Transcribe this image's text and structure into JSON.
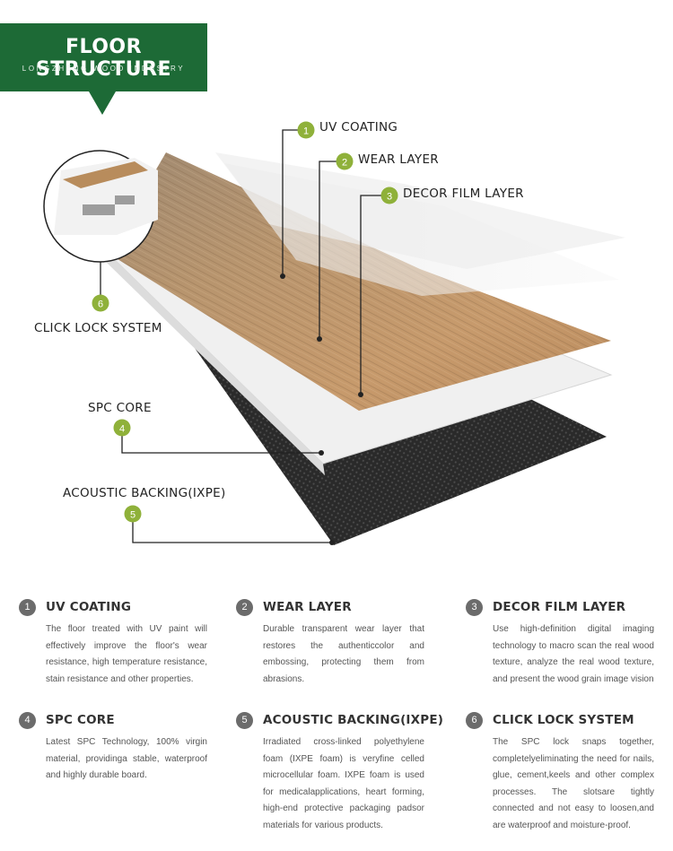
{
  "banner": {
    "title": "FLOOR STRUCTURE",
    "subtitle": "LONGZHENG WOOD INDUSTRY"
  },
  "colors": {
    "brand_green": "#1d6a36",
    "marker_green": "#8fb13a",
    "badge_gray": "#6b6b6b",
    "wood_light": "#c8a57c",
    "wood_dark": "#8a6a4a",
    "backing": "#2b2b2b"
  },
  "callouts": [
    {
      "num": "1",
      "label": "UV COATING"
    },
    {
      "num": "2",
      "label": "WEAR LAYER"
    },
    {
      "num": "3",
      "label": "DECOR FILM LAYER"
    },
    {
      "num": "4",
      "label": "SPC CORE"
    },
    {
      "num": "5",
      "label": "ACOUSTIC BACKING(IXPE)"
    },
    {
      "num": "6",
      "label": "CLICK LOCK SYSTEM"
    }
  ],
  "descriptions": [
    {
      "num": "1",
      "title": "UV COATING",
      "text": "The floor treated with UV paint will effectively improve the floor's wear resistance, high temperature resistance, stain resistance and other properties."
    },
    {
      "num": "2",
      "title": "WEAR LAYER",
      "text": "Durable transparent wear layer that restores the authenticcolor and embossing, protecting them from abrasions."
    },
    {
      "num": "3",
      "title": "DECOR FILM LAYER",
      "text": "Use high-definition digital imaging technology to macro scan the real wood texture, analyze the real wood texture, and present the wood grain image vision"
    },
    {
      "num": "4",
      "title": "SPC CORE",
      "text": "Latest SPC Technology, 100% virgin material, providinga stable, waterproof and highly durable board."
    },
    {
      "num": "5",
      "title": "ACOUSTIC BACKING(IXPE)",
      "text": "Irradiated cross-linked polyethylene foam (IXPE foam) is veryfine celled microcellular foam. IXPE foam is used for medicalapplications, heart forming, high-end protective packaging padsor materials for various products."
    },
    {
      "num": "6",
      "title": "CLICK LOCK SYSTEM",
      "text": "The SPC lock snaps together, completelyeliminating the need for nails, glue, cement,keels and other complex processes. The slotsare tightly connected and not easy to loosen,and are waterproof and moisture-proof."
    }
  ]
}
